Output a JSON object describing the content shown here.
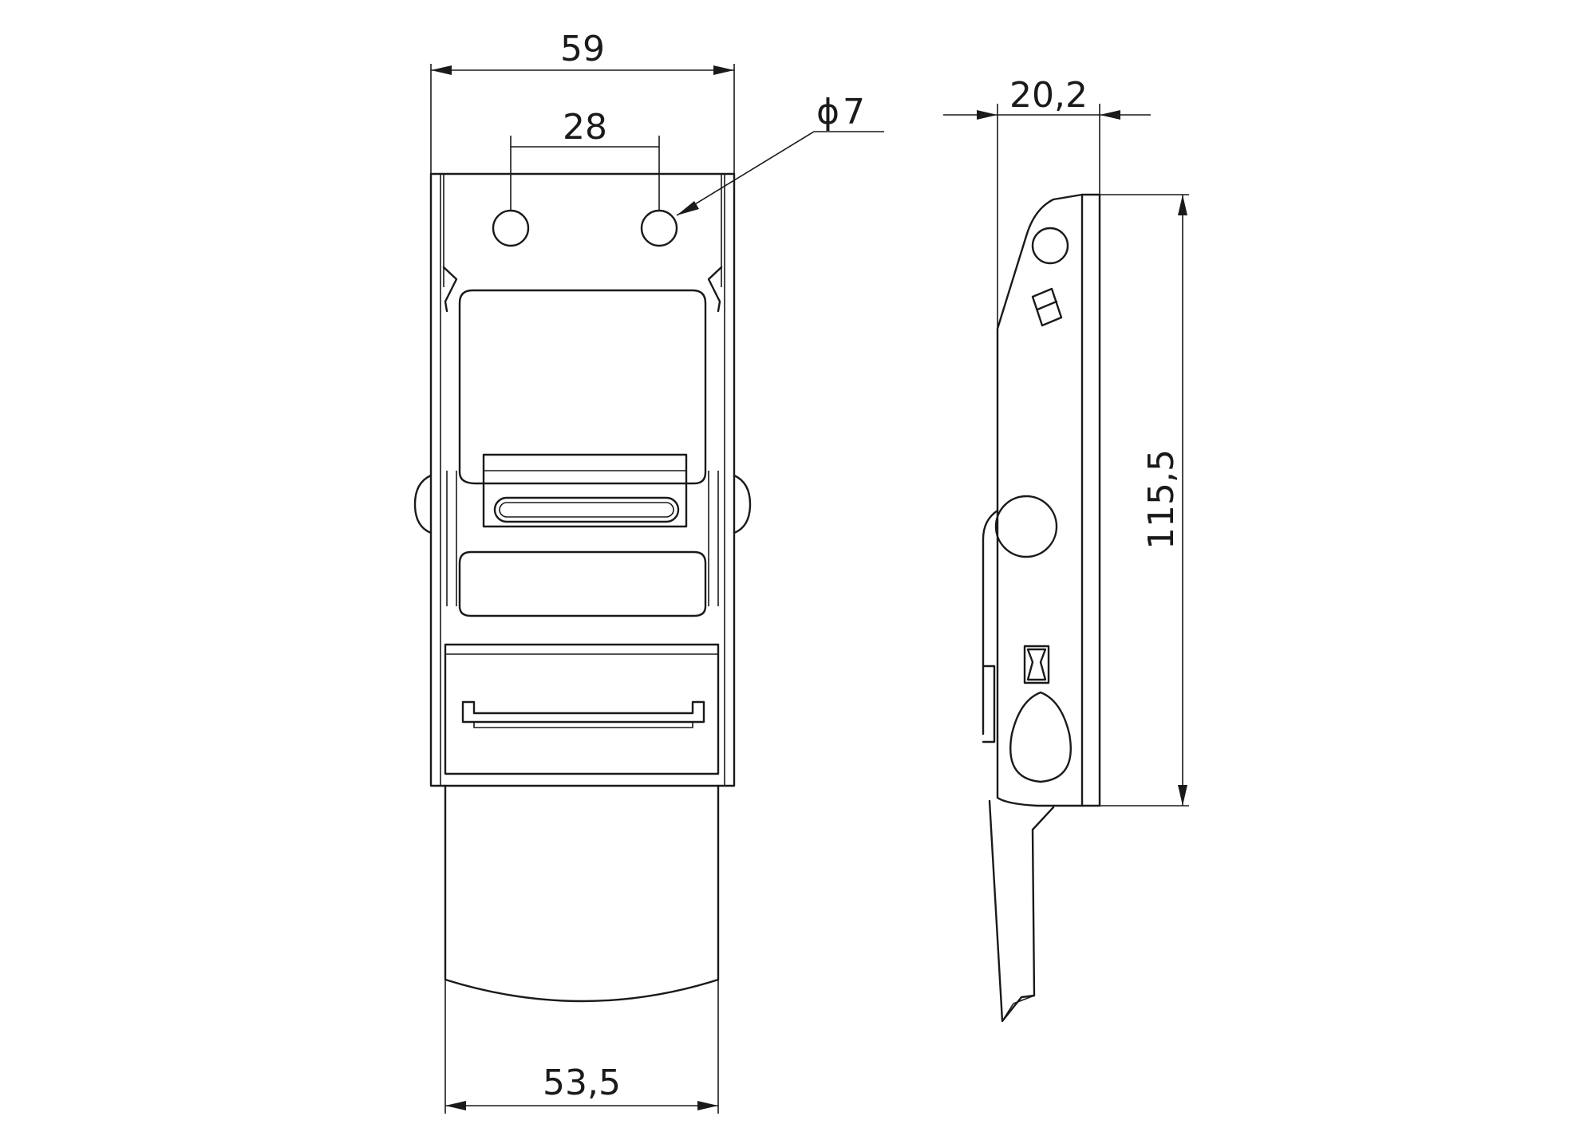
{
  "dimensions": {
    "overall_width": "59",
    "hole_spacing": "28",
    "hole_diameter": "7",
    "diameter_symbol": "ϕ",
    "depth": "20,2",
    "height": "115,5",
    "lever_width": "53,5"
  }
}
